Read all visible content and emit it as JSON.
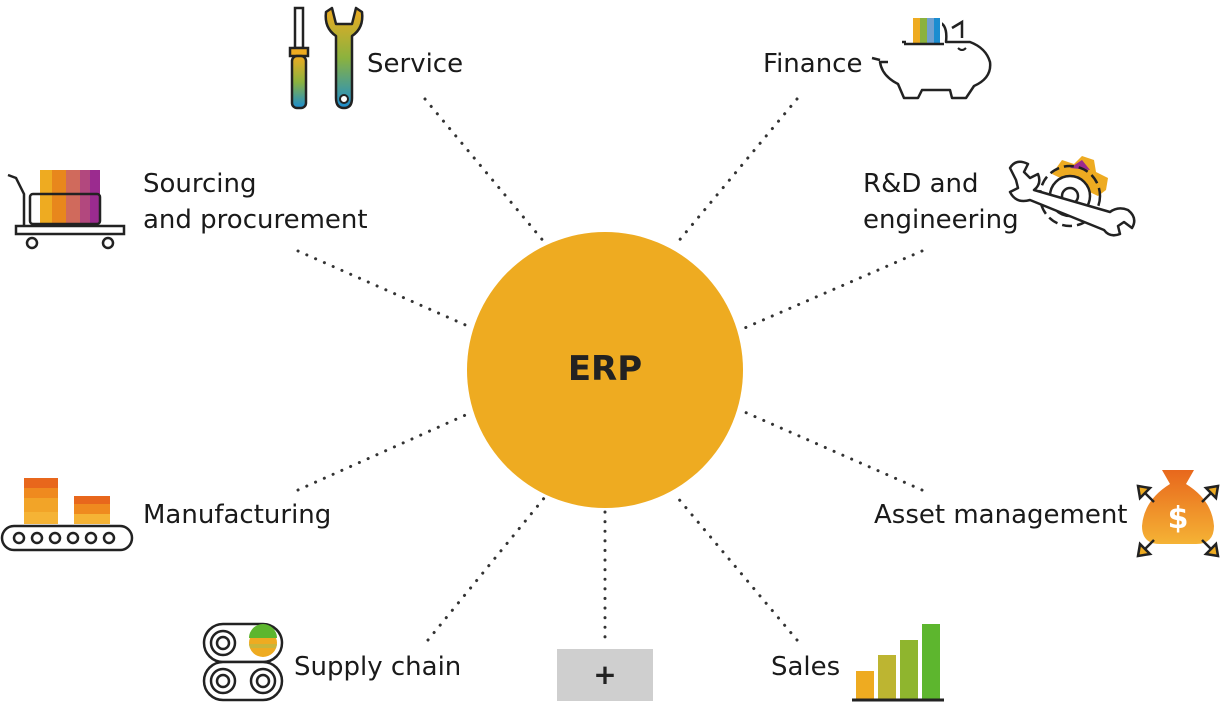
{
  "center": {
    "label": "ERP",
    "color": "#EEAB21"
  },
  "modules": {
    "service": {
      "label": "Service",
      "icon": "tools-icon"
    },
    "finance": {
      "label": "Finance",
      "icon": "piggy-bank-icon"
    },
    "sourcing": {
      "line1": "Sourcing",
      "line2": "and procurement",
      "icon": "cart-icon"
    },
    "rnd": {
      "line1": "R&D and",
      "line2": "engineering",
      "icon": "wrench-gear-icon"
    },
    "manufacturing": {
      "label": "Manufacturing",
      "icon": "conveyor-belt-icon"
    },
    "asset": {
      "label": "Asset management",
      "icon": "money-bag-icon"
    },
    "supply": {
      "label": "Supply chain",
      "icon": "supply-chain-icon"
    },
    "sales": {
      "label": "Sales",
      "icon": "bar-chart-icon"
    }
  },
  "add_button": {
    "label": "+"
  },
  "colors": {
    "orange": "#EEAB21",
    "dark_orange": "#E8671C",
    "magenta": "#9B2B8F",
    "blue": "#1B8DD0",
    "green": "#5DB62E",
    "outline": "#222222"
  }
}
